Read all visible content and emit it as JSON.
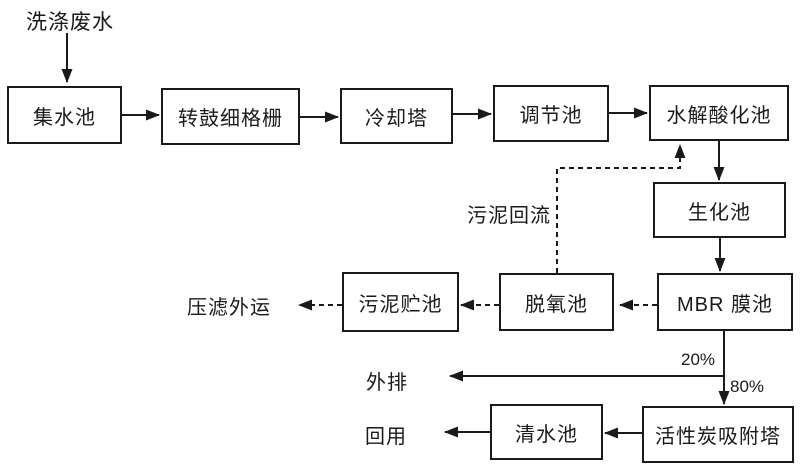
{
  "diagram": {
    "influent_label": "洗涤废水",
    "nodes": {
      "collecting_tank": {
        "label": "集水池"
      },
      "drum_screen": {
        "label": "转鼓细格栅"
      },
      "cooling_tower": {
        "label": "冷却塔"
      },
      "equalization_tank": {
        "label": "调节池"
      },
      "hydrolysis_tank": {
        "label": "水解酸化池"
      },
      "biochemical_tank": {
        "label": "生化池"
      },
      "mbr_tank": {
        "label": "MBR 膜池"
      },
      "deoxygenation_tank": {
        "label": "脱氧池"
      },
      "sludge_storage_tank": {
        "label": "污泥贮池"
      },
      "clean_water_tank": {
        "label": "清水池"
      },
      "carbon_adsorption_tower": {
        "label": "活性炭吸附塔"
      }
    },
    "edge_labels": {
      "sludge_return": "污泥回流",
      "filter_press_out": "压滤外运",
      "discharge": "外排",
      "reuse": "回用",
      "pct20": "20%",
      "pct80": "80%"
    },
    "edges": [
      {
        "from": "influent",
        "to": "collecting_tank",
        "style": "solid"
      },
      {
        "from": "collecting_tank",
        "to": "drum_screen",
        "style": "solid"
      },
      {
        "from": "drum_screen",
        "to": "cooling_tower",
        "style": "solid"
      },
      {
        "from": "cooling_tower",
        "to": "equalization_tank",
        "style": "solid"
      },
      {
        "from": "equalization_tank",
        "to": "hydrolysis_tank",
        "style": "solid"
      },
      {
        "from": "hydrolysis_tank",
        "to": "biochemical_tank",
        "style": "solid"
      },
      {
        "from": "biochemical_tank",
        "to": "mbr_tank",
        "style": "solid"
      },
      {
        "from": "mbr_tank",
        "to": "discharge",
        "label": "20%",
        "style": "solid"
      },
      {
        "from": "mbr_tank",
        "to": "carbon_adsorption_tower",
        "label": "80%",
        "style": "solid"
      },
      {
        "from": "carbon_adsorption_tower",
        "to": "clean_water_tank",
        "style": "solid"
      },
      {
        "from": "clean_water_tank",
        "to": "reuse",
        "style": "solid"
      },
      {
        "from": "mbr_tank",
        "to": "deoxygenation_tank",
        "style": "dashed"
      },
      {
        "from": "deoxygenation_tank",
        "to": "sludge_storage_tank",
        "style": "dashed"
      },
      {
        "from": "sludge_storage_tank",
        "to": "filter_press_out",
        "style": "dashed"
      },
      {
        "from": "deoxygenation_tank",
        "to": "hydrolysis_tank",
        "label": "污泥回流",
        "style": "dashed"
      }
    ],
    "colors": {
      "line": "#1a1a1a",
      "box_border": "#1a1a1a",
      "background": "#ffffff",
      "text": "#1a1a1a"
    }
  }
}
